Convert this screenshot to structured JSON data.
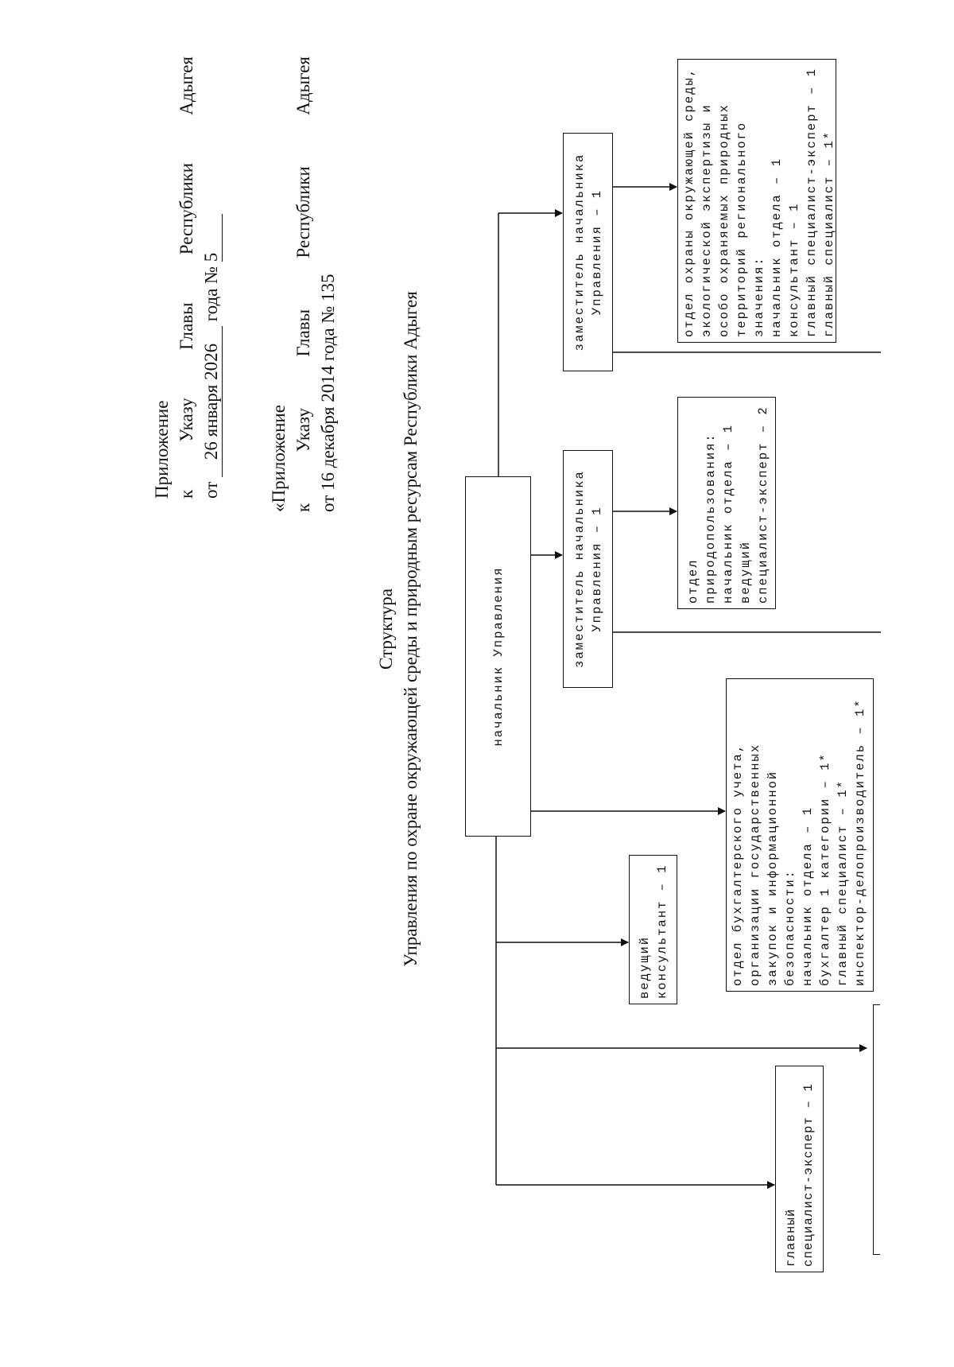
{
  "appendix_new": {
    "line1": "Приложение",
    "line2": "к Указу Главы Республики Адыгея",
    "line3_prefix": "от",
    "date": "26 января 2026",
    "number_label": "года №",
    "number": "5"
  },
  "appendix_old": {
    "line1": "«Приложение",
    "line2": "к Указу Главы Республики Адыгея",
    "line3": "от 16 декабря 2014 года № 135"
  },
  "title": {
    "line1": "Структура",
    "line2": "Управления по охране окружающей среды и природным ресурсам Республики Адыгея"
  },
  "boxes": {
    "head": {
      "lines": [
        "начальник Управления"
      ]
    },
    "deputy_1": {
      "lines": [
        "заместитель начальника",
        "Управления – 1"
      ]
    },
    "deputy_2": {
      "lines": [
        "заместитель начальника",
        "Управления – 1"
      ]
    },
    "nature_use_dept": {
      "lines": [
        "отдел",
        "природопользования:",
        "начальник отдела – 1",
        "ведущий",
        "специалист-эксперт – 2"
      ]
    },
    "env_protection_dept": {
      "lines": [
        "отдел охраны окружающей среды,",
        "экологической экспертизы и",
        "особо охраняемых природных",
        "территорий регионального",
        "значения:",
        "начальник отдела – 1",
        "консультант – 1",
        "главный специалист-эксперт – 1",
        "главный специалист – 1*"
      ]
    },
    "accounting_dept": {
      "lines": [
        "отдел бухгалтерского учета,",
        "организации государственных",
        "закупок и информационной",
        "безопасности:",
        "начальник отдела – 1",
        "бухгалтер 1 категории – 1*",
        "главный специалист – 1*",
        "инспектор-делопроизводитель – 1*"
      ]
    },
    "lead_consultant": {
      "lines": [
        "ведущий",
        "консультант – 1"
      ]
    },
    "chief_specialist": {
      "lines": [
        "главный",
        "специалист-эксперт – 1"
      ]
    }
  }
}
